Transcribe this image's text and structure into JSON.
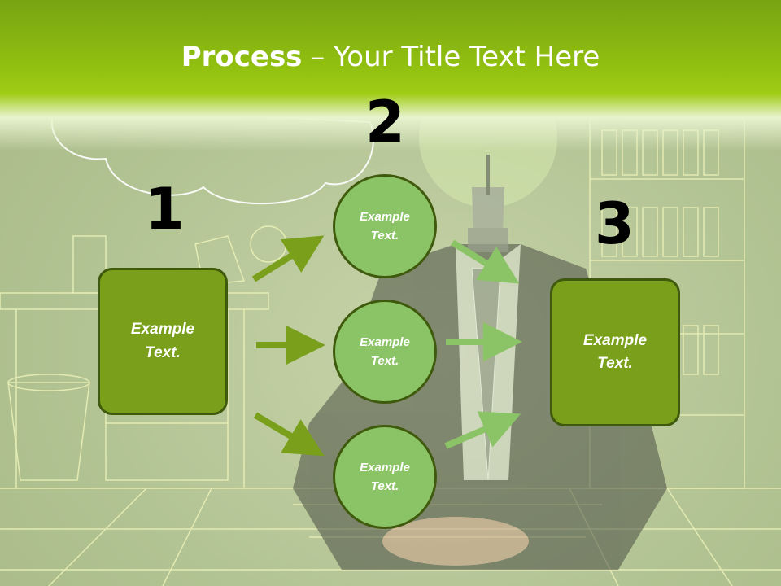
{
  "slide": {
    "title_bold": "Process",
    "title_rest": " – Your Title Text Here",
    "numbers": [
      "1",
      "2",
      "3"
    ],
    "left_box": "Example\nText.",
    "right_box": "Example\nText.",
    "circles": [
      "Example\nText.",
      "Example\nText.",
      "Example\nText."
    ]
  },
  "colors": {
    "header_green": "#8fbd10",
    "box_fill": "#7aa01b",
    "circle_fill": "#8bc466",
    "outline": "#3f5a0d",
    "arrow_left": "#7aa01b",
    "arrow_right": "#8bc466"
  },
  "icons": [
    "arrow-right-icon",
    "lightbulb-head-illustration"
  ]
}
